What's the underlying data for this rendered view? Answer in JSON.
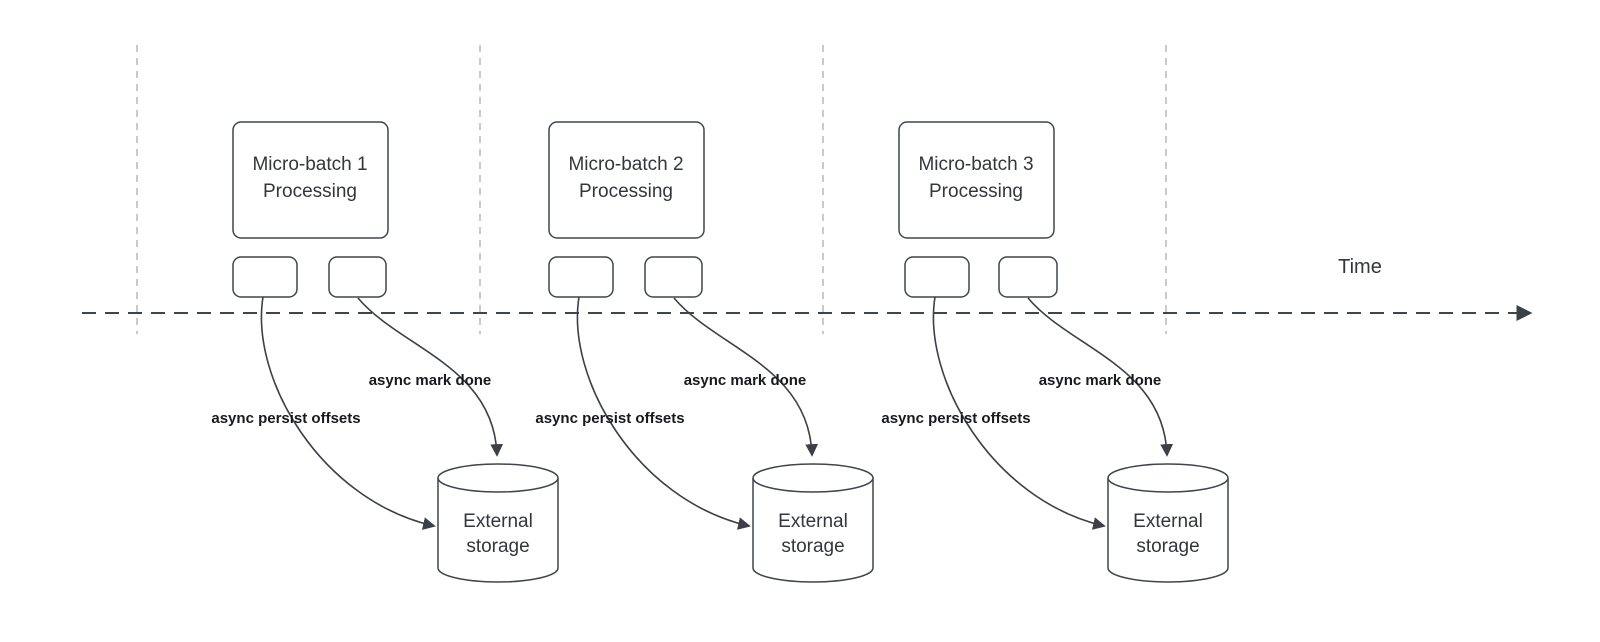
{
  "diagram": {
    "time_label": "Time",
    "groups": [
      {
        "title_line1": "Micro-batch 1",
        "title_line2": "Processing",
        "persist_label": "async persist offsets",
        "mark_done_label": "async mark done",
        "storage_line1": "External",
        "storage_line2": "storage"
      },
      {
        "title_line1": "Micro-batch 2",
        "title_line2": "Processing",
        "persist_label": "async persist offsets",
        "mark_done_label": "async mark done",
        "storage_line1": "External",
        "storage_line2": "storage"
      },
      {
        "title_line1": "Micro-batch 3",
        "title_line2": "Processing",
        "persist_label": "async persist offsets",
        "mark_done_label": "async mark done",
        "storage_line1": "External",
        "storage_line2": "storage"
      }
    ],
    "colors": {
      "shape_stroke": "#3f454f",
      "arrow_stroke": "#3c4047",
      "guide_stroke": "#b8b8b8",
      "label_text": "#17191c",
      "shape_text": "#33373d",
      "background": "#ffffff"
    }
  }
}
